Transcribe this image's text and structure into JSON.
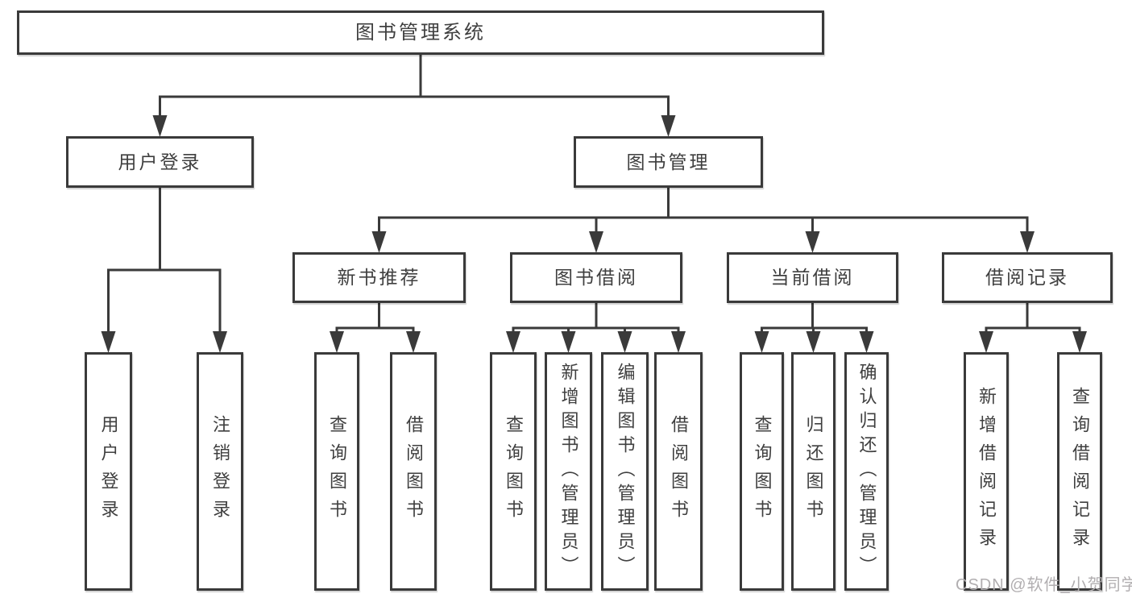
{
  "diagram": {
    "type": "hierarchy-tree",
    "title": "图书管理系统",
    "watermark": "CSDN @软件_小贺同学",
    "colors": {
      "line": "#3a3a3a",
      "box_border": "#3a3a3a",
      "box_fill": "#ffffff",
      "text": "#3f3f3f",
      "watermark": "#b1aeb0",
      "background": "#ffffff"
    },
    "nodes": [
      {
        "id": "root",
        "label": "图书管理系统",
        "vertical": false
      },
      {
        "id": "user-login",
        "label": "用户登录",
        "vertical": false
      },
      {
        "id": "book-mgmt",
        "label": "图书管理",
        "vertical": false
      },
      {
        "id": "new-book",
        "label": "新书推荐",
        "vertical": false
      },
      {
        "id": "book-borrow",
        "label": "图书借阅",
        "vertical": false
      },
      {
        "id": "current-borrow",
        "label": "当前借阅",
        "vertical": false
      },
      {
        "id": "borrow-record",
        "label": "借阅记录",
        "vertical": false
      },
      {
        "id": "leaf-user-login",
        "label": "用户登录",
        "vertical": true
      },
      {
        "id": "leaf-logout",
        "label": "注销登录",
        "vertical": true
      },
      {
        "id": "leaf-query-book-1",
        "label": "查询图书",
        "vertical": true
      },
      {
        "id": "leaf-borrow-book-1",
        "label": "借阅图书",
        "vertical": true
      },
      {
        "id": "leaf-query-book-2",
        "label": "查询图书",
        "vertical": true
      },
      {
        "id": "leaf-add-book",
        "label": "新增图书（管理员）",
        "vertical": true
      },
      {
        "id": "leaf-edit-book",
        "label": "编辑图书（管理员）",
        "vertical": true
      },
      {
        "id": "leaf-borrow-book-2",
        "label": "借阅图书",
        "vertical": true
      },
      {
        "id": "leaf-query-book-3",
        "label": "查询图书",
        "vertical": true
      },
      {
        "id": "leaf-return-book",
        "label": "归还图书",
        "vertical": true
      },
      {
        "id": "leaf-confirm-return",
        "label": "确认归还（管理员）",
        "vertical": true
      },
      {
        "id": "leaf-add-record",
        "label": "新增借阅记录",
        "vertical": true
      },
      {
        "id": "leaf-query-record",
        "label": "查询借阅记录",
        "vertical": true
      }
    ],
    "edges": [
      {
        "parent": "root",
        "children": [
          "user-login",
          "book-mgmt"
        ]
      },
      {
        "parent": "user-login",
        "children": [
          "leaf-user-login",
          "leaf-logout"
        ]
      },
      {
        "parent": "book-mgmt",
        "children": [
          "new-book",
          "book-borrow",
          "current-borrow",
          "borrow-record"
        ]
      },
      {
        "parent": "new-book",
        "children": [
          "leaf-query-book-1",
          "leaf-borrow-book-1"
        ]
      },
      {
        "parent": "book-borrow",
        "children": [
          "leaf-query-book-2",
          "leaf-add-book",
          "leaf-edit-book",
          "leaf-borrow-book-2"
        ]
      },
      {
        "parent": "current-borrow",
        "children": [
          "leaf-query-book-3",
          "leaf-return-book",
          "leaf-confirm-return"
        ]
      },
      {
        "parent": "borrow-record",
        "children": [
          "leaf-add-record",
          "leaf-query-record"
        ]
      }
    ]
  }
}
